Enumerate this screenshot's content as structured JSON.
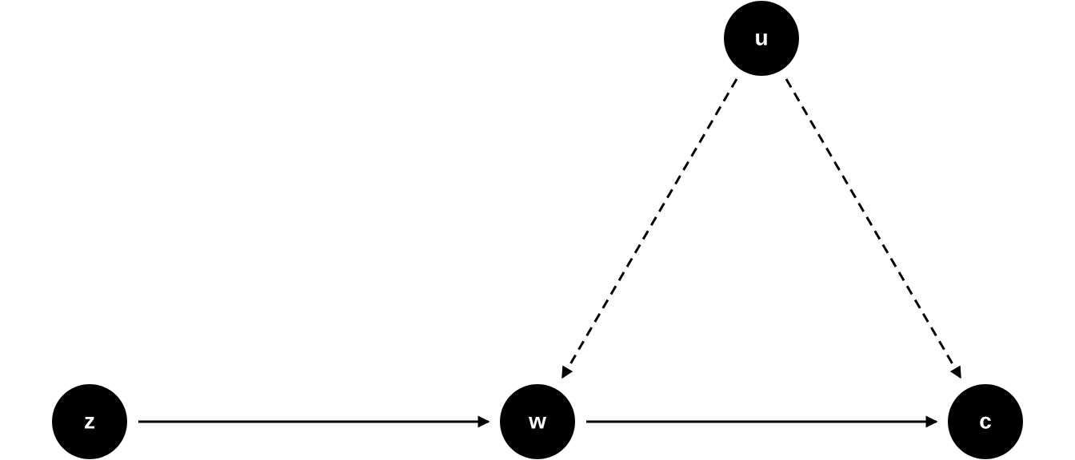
{
  "diagram": {
    "type": "directed-acyclic-graph",
    "colors": {
      "node_fill": "#000000",
      "node_text": "#ffffff",
      "edge": "#000000",
      "background": "#ffffff"
    },
    "nodes": [
      {
        "id": "z",
        "label": "z"
      },
      {
        "id": "w",
        "label": "w"
      },
      {
        "id": "c",
        "label": "c"
      },
      {
        "id": "u",
        "label": "u"
      }
    ],
    "edges": [
      {
        "from": "z",
        "to": "w",
        "style": "solid"
      },
      {
        "from": "w",
        "to": "c",
        "style": "solid"
      },
      {
        "from": "u",
        "to": "w",
        "style": "dashed"
      },
      {
        "from": "u",
        "to": "c",
        "style": "dashed"
      }
    ]
  }
}
